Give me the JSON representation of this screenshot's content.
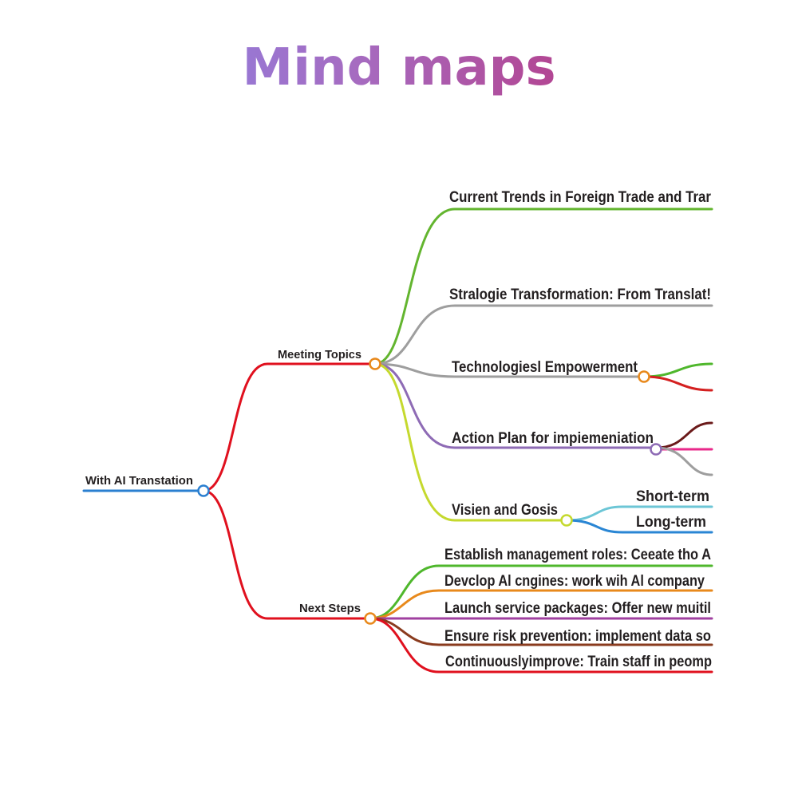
{
  "title": "Mind maps",
  "root": {
    "label": "With AI Transtation",
    "color": "#2a7fd0"
  },
  "branches": [
    {
      "label": "Meeting Topics",
      "color": "#e0101e",
      "children": [
        {
          "label": "Current Trends in Foreign Trade and Trar",
          "color": "#63b52f"
        },
        {
          "label": "Stralogie Transformation: From Translat!",
          "color": "#9e9e9e"
        },
        {
          "label": "Technologiesl Empowerment",
          "color": "#9e9e9e"
        },
        {
          "label": "Action Plan for impiemeniation",
          "color": "#8e6bb5"
        },
        {
          "label": "Visien and Gosis",
          "color": "#c5d92e",
          "children": [
            {
              "label": "Short-term",
              "color": "#6cc6d6"
            },
            {
              "label": "Long-term",
              "color": "#2a86d4"
            }
          ]
        }
      ]
    },
    {
      "label": "Next Steps",
      "color": "#e0101e",
      "children": [
        {
          "label": "Establish management roles: Ceeate tho A",
          "color": "#4fb72c"
        },
        {
          "label": "Devclop Al cngines: work wih Al company",
          "color": "#e8891c"
        },
        {
          "label": "Launch service packages: Offer new muitil",
          "color": "#a040a0"
        },
        {
          "label": "Ensure risk prevention: implement data so",
          "color": "#8a3b1e"
        },
        {
          "label": "Continuouslyimprove: Train staff in peomp",
          "color": "#e0101e"
        }
      ]
    }
  ]
}
